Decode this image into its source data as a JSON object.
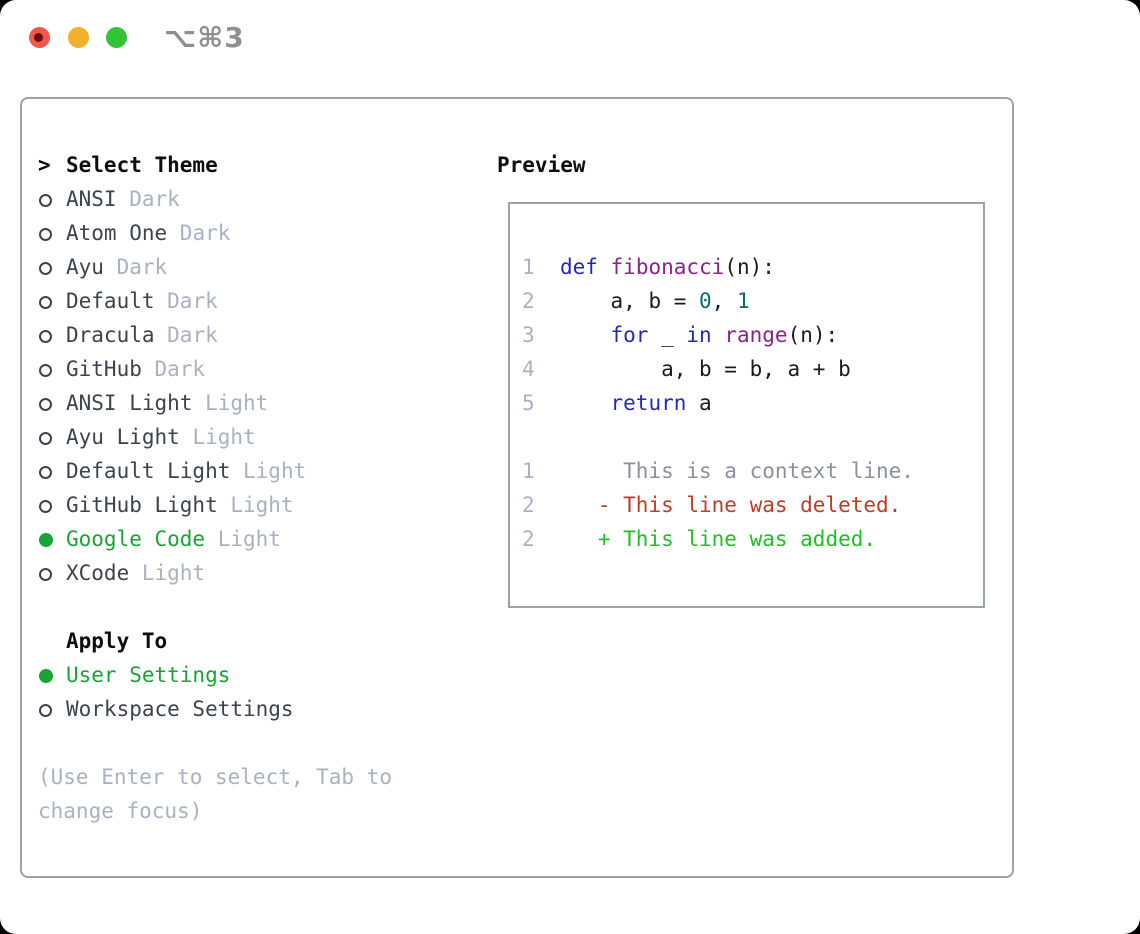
{
  "window": {
    "title": "⌥⌘3"
  },
  "colors": {
    "selected_green": "#17a534",
    "added_green": "#1bc322",
    "deleted_red": "#c13a28",
    "keyword_blue": "#2429bd",
    "function_purple": "#8d2190",
    "number_teal": "#0b6c6f",
    "muted_gray": "#a9b2c0",
    "border_gray": "#9aa3ad"
  },
  "theme_selector": {
    "prompt": ">",
    "header": "Select Theme",
    "items": [
      {
        "name": "ANSI",
        "variant": "Dark",
        "selected": false
      },
      {
        "name": "Atom One",
        "variant": "Dark",
        "selected": false
      },
      {
        "name": "Ayu",
        "variant": "Dark",
        "selected": false
      },
      {
        "name": "Default",
        "variant": "Dark",
        "selected": false
      },
      {
        "name": "Dracula",
        "variant": "Dark",
        "selected": false
      },
      {
        "name": "GitHub",
        "variant": "Dark",
        "selected": false
      },
      {
        "name": "ANSI Light",
        "variant": "Light",
        "selected": false
      },
      {
        "name": "Ayu Light",
        "variant": "Light",
        "selected": false
      },
      {
        "name": "Default Light",
        "variant": "Light",
        "selected": false
      },
      {
        "name": "GitHub Light",
        "variant": "Light",
        "selected": false
      },
      {
        "name": "Google Code",
        "variant": "Light",
        "selected": true
      },
      {
        "name": "XCode",
        "variant": "Light",
        "selected": false
      }
    ]
  },
  "apply_to": {
    "header": "Apply To",
    "items": [
      {
        "name": "User Settings",
        "selected": true
      },
      {
        "name": "Workspace Settings",
        "selected": false
      }
    ]
  },
  "help_text": "(Use Enter to select, Tab to change focus)",
  "preview": {
    "header": "Preview",
    "lines": [
      {
        "num": "1",
        "tokens": [
          {
            "t": "def",
            "c": "kw"
          },
          {
            "t": " ",
            "c": "pl"
          },
          {
            "t": "fibonacci",
            "c": "fn"
          },
          {
            "t": "(n):",
            "c": "pl"
          }
        ]
      },
      {
        "num": "2",
        "tokens": [
          {
            "t": "    a, b = ",
            "c": "pl"
          },
          {
            "t": "0",
            "c": "num"
          },
          {
            "t": ", ",
            "c": "pl"
          },
          {
            "t": "1",
            "c": "num"
          }
        ]
      },
      {
        "num": "3",
        "tokens": [
          {
            "t": "    ",
            "c": "pl"
          },
          {
            "t": "for",
            "c": "kw"
          },
          {
            "t": " _ ",
            "c": "pl"
          },
          {
            "t": "in",
            "c": "kw"
          },
          {
            "t": " ",
            "c": "pl"
          },
          {
            "t": "range",
            "c": "fn"
          },
          {
            "t": "(n):",
            "c": "pl"
          }
        ]
      },
      {
        "num": "4",
        "tokens": [
          {
            "t": "        a, b = b, a + b",
            "c": "pl"
          }
        ]
      },
      {
        "num": "5",
        "tokens": [
          {
            "t": "    ",
            "c": "pl"
          },
          {
            "t": "return",
            "c": "kw"
          },
          {
            "t": " a",
            "c": "pl"
          }
        ]
      },
      {
        "num": "",
        "tokens": []
      },
      {
        "num": "1",
        "tokens": [
          {
            "t": "     This is a context line.",
            "c": "ctx"
          }
        ]
      },
      {
        "num": "2",
        "tokens": [
          {
            "t": "   - This line was deleted.",
            "c": "del"
          }
        ]
      },
      {
        "num": "2",
        "tokens": [
          {
            "t": "   + This line was added.",
            "c": "add"
          }
        ]
      }
    ]
  }
}
